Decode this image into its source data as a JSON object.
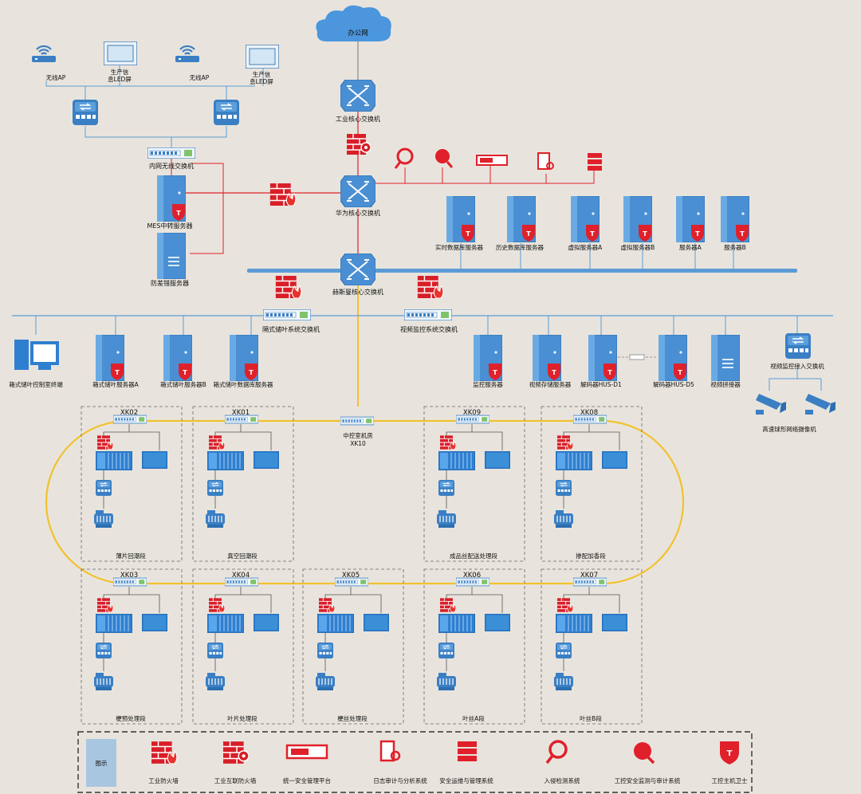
{
  "top": {
    "office_network": "办公网",
    "industrial_core_switch": "工业核心交换机",
    "huawei_core_switch": "华为核心交换机",
    "hirschmann_core_switch": "赫斯曼核心交换机",
    "inner_wireless_switch": "内网无线交换机",
    "mes_server": "MES中转服务器",
    "anti_error_server": "防差错服务器",
    "wireless_ap_1": "无线AP",
    "wireless_ap_2": "无线AP",
    "led_screen_1_line1": "生产信",
    "led_screen_1_line2": "息LED屏",
    "led_screen_2_line1": "生产信",
    "led_screen_2_line2": "息LED屏"
  },
  "servers_right": [
    "实时数据库服务器",
    "历史数据库服务器",
    "虚拟服务器A",
    "虚拟服务器B",
    "服务器A",
    "服务器B"
  ],
  "storage": {
    "switch": "隔式储叶系统交换机",
    "terminal": "箱式储叶控制室终端",
    "servers": [
      "箱式储叶服务器A",
      "箱式储叶服务器B",
      "箱式储叶数据库服务器"
    ]
  },
  "video": {
    "switch": "视频监控系统交换机",
    "servers": [
      "监控服务器",
      "视频存储服务器",
      "解码器HUS-D1",
      "解码器HUS-D5",
      "视频拼接器"
    ],
    "access_switch": "视频监控接入交换机",
    "camera": "高速球形网络摄像机"
  },
  "control_room": {
    "line1": "中控室机房",
    "line2": "XK10"
  },
  "cells": [
    {
      "id": "XK02",
      "label": "薄片回潮段"
    },
    {
      "id": "XK01",
      "label": "真空回潮段"
    },
    {
      "id": "XK09",
      "label": "成品丝配送处理段"
    },
    {
      "id": "XK08",
      "label": "掺配加香段"
    },
    {
      "id": "XK03",
      "label": "梗预处理段"
    },
    {
      "id": "XK04",
      "label": "叶片处理段"
    },
    {
      "id": "XK05",
      "label": "梗丝处理段"
    },
    {
      "id": "XK06",
      "label": "叶丝A段"
    },
    {
      "id": "XK07",
      "label": "叶丝B段"
    }
  ],
  "legend": {
    "title": "图示",
    "items": [
      "工业防火墙",
      "工业互联防火墙",
      "统一安全管理平台",
      "日志审计与分析系统",
      "安全运维与管理系统",
      "入侵检测系统",
      "工控安全监测与审计系统",
      "工控主机卫士"
    ]
  },
  "colors": {
    "red": "#e0202a",
    "blue": "#3a8fd6",
    "ring": "#f2c12e",
    "bus": "#5b9bd5"
  }
}
